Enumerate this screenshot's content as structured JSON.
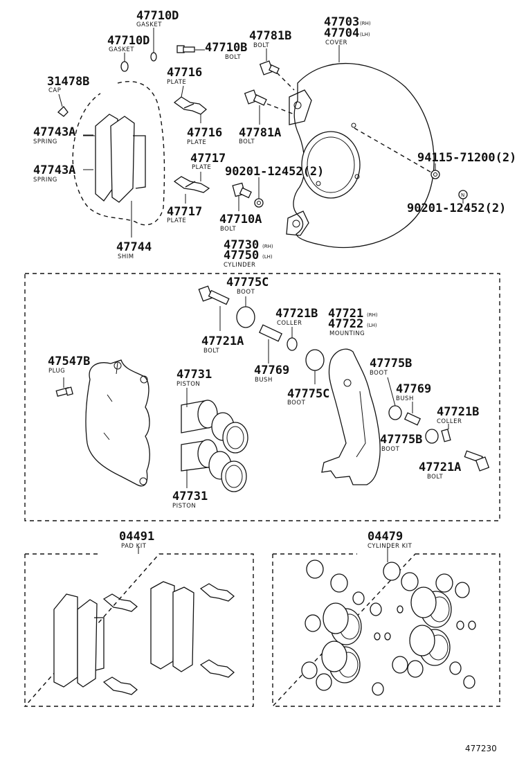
{
  "labels": {
    "p47710D_top": "47710D",
    "gasket_top": "GASKET",
    "p47710D": "47710D",
    "gasket": "GASKET",
    "p47710B": "47710B",
    "bolt_47710B": "BOLT",
    "p47781B": "47781B",
    "bolt_47781B": "BOLT",
    "p47703": "47703",
    "p47703_rh": "(RH)",
    "p47704": "47704",
    "p47704_lh": "(LH)",
    "cover": "COVER",
    "p31478B": "31478B",
    "cap": "CAP",
    "p47716_a": "47716",
    "plate_a": "PLATE",
    "p47716_b": "47716",
    "plate_b": "PLATE",
    "p47743A_a": "47743A",
    "spring_a": "SPRING",
    "p47743A_b": "47743A",
    "spring_b": "SPRING",
    "p47781A": "47781A",
    "bolt_47781A": "BOLT",
    "p47717_a": "47717",
    "plate_c": "PLATE",
    "p47717_b": "47717",
    "plate_d": "PLATE",
    "p90201_a": "90201-12452(2)",
    "p94115": "94115-71200(2)",
    "p90201_b": "90201-12452(2)",
    "p47710A": "47710A",
    "bolt_47710A": "BOLT",
    "p47744": "47744",
    "shim": "SHIM",
    "p47730": "47730",
    "p47730_rh": "(RH)",
    "p47750": "47750",
    "p47750_lh": "(LH)",
    "cylinder": "CYLINDER",
    "p47775C_a": "47775C",
    "boot_a": "BOOT",
    "p47721B_a": "47721B",
    "coller_a": "COLLER",
    "p47721": "47721",
    "p47721_rh": "(RH)",
    "p47722": "47722",
    "p47722_lh": "(LH)",
    "mounting": "MOUNTING",
    "p47721A_a": "47721A",
    "bolt_47721A_a": "BOLT",
    "p47547B": "47547B",
    "plug": "PLUG",
    "p47731_a": "47731",
    "piston_a": "PISTON",
    "p47769_a": "47769",
    "bush_a": "BUSH",
    "p47775C_b": "47775C",
    "boot_b": "BOOT",
    "p47775B_a": "47775B",
    "boot_c": "BOOT",
    "p47769_b": "47769",
    "bush_b": "BUSH",
    "p47721B_b": "47721B",
    "coller_b": "COLLER",
    "p47775B_b": "47775B",
    "boot_d": "BOOT",
    "p47721A_b": "47721A",
    "bolt_47721A_b": "BOLT",
    "p47731_b": "47731",
    "piston_b": "PISTON",
    "p04491": "04491",
    "pad_kit": "PAD KIT",
    "p04479": "04479",
    "cylinder_kit": "CYLINDER KIT",
    "ref": "477230"
  }
}
